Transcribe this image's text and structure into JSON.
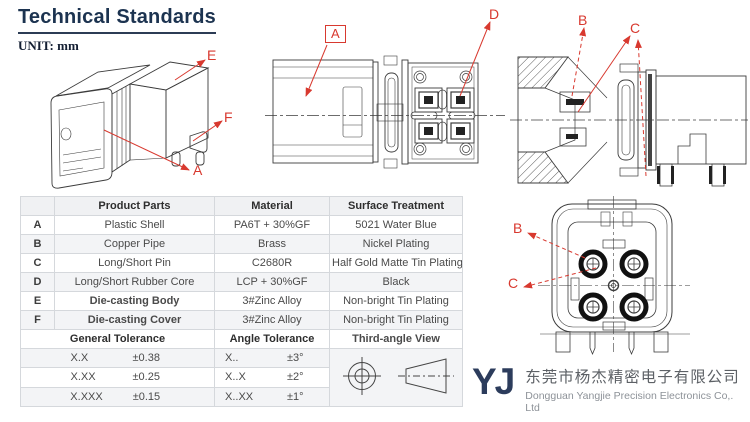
{
  "header": {
    "title": "Technical Standards",
    "unit": "UNIT: mm"
  },
  "callouts": {
    "a": "A",
    "b": "B",
    "c": "C",
    "d": "D",
    "e": "E",
    "f": "F"
  },
  "colors": {
    "accent_red": "#d8392f",
    "title_navy": "#1c3350",
    "logo_navy": "#2c3c5c",
    "table_border": "#d5d8dc",
    "zebra_row": "#f3f4f6"
  },
  "table": {
    "headers": {
      "part": "",
      "product": "Product Parts",
      "material": "Material",
      "surface": "Surface Treatment"
    },
    "rows": [
      {
        "key": "A",
        "product": "Plastic Shell",
        "material": "PA6T + 30%GF",
        "surface": "5021 Water Blue"
      },
      {
        "key": "B",
        "product": "Copper Pipe",
        "material": "Brass",
        "surface": "Nickel Plating"
      },
      {
        "key": "C",
        "product": "Long/Short Pin",
        "material": "C2680R",
        "surface": "Half Gold Matte Tin Plating"
      },
      {
        "key": "D",
        "product": "Long/Short Rubber Core",
        "material": "LCP + 30%GF",
        "surface": "Black"
      },
      {
        "key": "E",
        "product": "Die-casting Body",
        "material": "3#Zinc Alloy",
        "surface": "Non-bright Tin Plating"
      },
      {
        "key": "F",
        "product": "Die-casting Cover",
        "material": "3#Zinc Alloy",
        "surface": "Non-bright Tin Plating"
      }
    ],
    "tolerance": {
      "general_title": "General Tolerance",
      "angle_title": "Angle Tolerance",
      "view_title": "Third-angle View",
      "general_rows": [
        {
          "label": "X.X",
          "value": "±0.38"
        },
        {
          "label": "X.XX",
          "value": "±0.25"
        },
        {
          "label": "X.XXX",
          "value": "±0.15"
        }
      ],
      "angle_rows": [
        {
          "label": "X..",
          "value": "±3°"
        },
        {
          "label": "X..X",
          "value": "±2°"
        },
        {
          "label": "X..XX",
          "value": "±1°"
        }
      ]
    }
  },
  "logo": {
    "mark": "YJ",
    "company_cn": "东莞市杨杰精密电子有限公司",
    "company_en": "Dongguan Yangjie Precision Electronics Co,. Ltd"
  }
}
